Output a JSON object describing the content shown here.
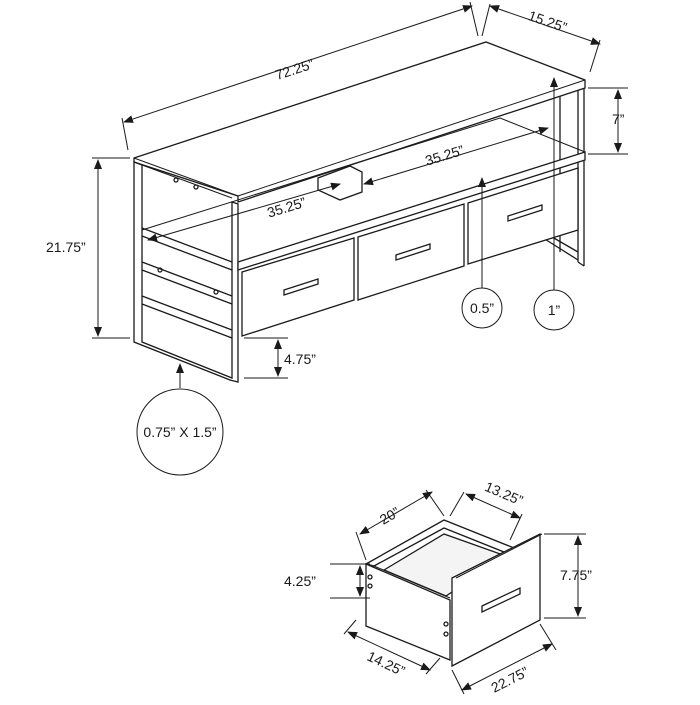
{
  "figure": {
    "tv_stand": {
      "overall_length": "72.25”",
      "overall_depth": "15.25”",
      "shelf_width_left": "35.25”",
      "shelf_width_right": "35.25”",
      "overall_height": "21.75”",
      "shelf_clearance": "7”",
      "bottom_clearance": "4.75”",
      "callouts": [
        {
          "label": "0.5”"
        },
        {
          "label": "1”"
        }
      ],
      "leg_profile": "0.75” X 1.5”"
    },
    "drawer": {
      "depth": "20”",
      "width_inner": "13.25”",
      "side_height": "4.25”",
      "front_height": "7.75”",
      "bottom_depth": "14.25”",
      "front_width": "22.75”"
    }
  }
}
